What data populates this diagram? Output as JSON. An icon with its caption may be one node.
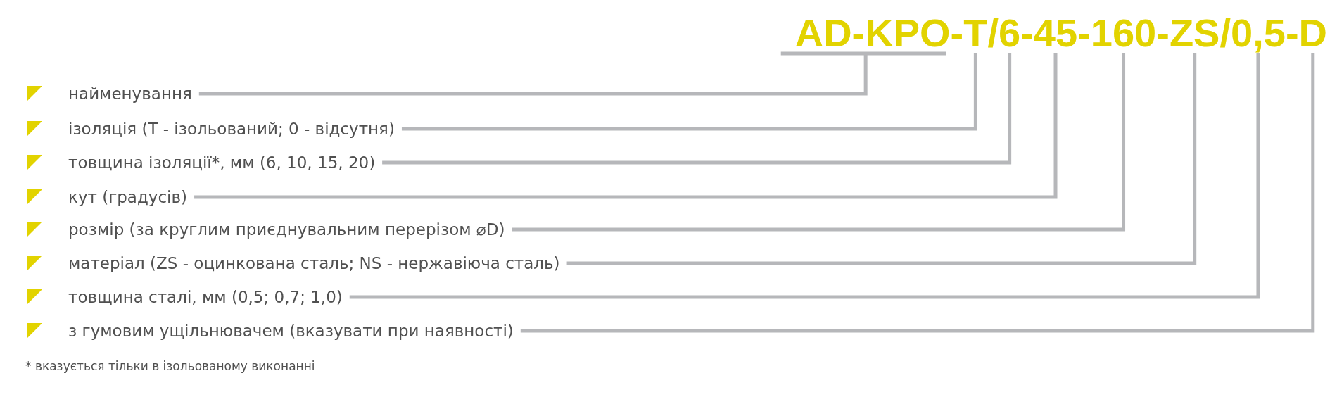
{
  "diagram": {
    "nodes": [
      {
        "text": [
          "AD-KPO-"
        ]
      },
      {
        "text": [
          "T/"
        ]
      },
      {
        "text": [
          "6-"
        ]
      },
      {
        "text": [
          "45-"
        ]
      },
      {
        "text": [
          "160-"
        ]
      },
      {
        "text": [
          "ZS/"
        ]
      },
      {
        "text": [
          "0,5-"
        ]
      },
      {
        "text": [
          "D"
        ]
      },
      {
        "text": [
          "найменування"
        ]
      },
      {
        "text": [
          "ізоляція (T - ізольований; 0 - відсутня)"
        ]
      },
      {
        "text": [
          "товщина ізоляції*, мм (6, 10, 15, 20)"
        ]
      },
      {
        "text": [
          "кут (градусів)"
        ]
      },
      {
        "text": [
          "розмір (за круглим приєднувальним перерізом ⌀D)"
        ]
      },
      {
        "text": [
          "матеріал (ZS - оцинкована сталь; NS - нержавіюча сталь)"
        ]
      },
      {
        "text": [
          "товщина сталі, мм (0,5; 0,7; 1,0)"
        ]
      },
      {
        "text": [
          "з гумовим ущільнювачем (вказувати при наявності)"
        ]
      }
    ],
    "edges": [
      {
        "from": 8,
        "to": 0,
        "arrow": "none"
      },
      {
        "from": 9,
        "to": 1,
        "arrow": "none"
      },
      {
        "from": 10,
        "to": 2,
        "arrow": "none"
      },
      {
        "from": 11,
        "to": 3,
        "arrow": "none"
      },
      {
        "from": 12,
        "to": 4,
        "arrow": "none"
      },
      {
        "from": 13,
        "to": 5,
        "arrow": "none"
      },
      {
        "from": 14,
        "to": 6,
        "arrow": "none"
      },
      {
        "from": 15,
        "to": 7,
        "arrow": "none"
      }
    ],
    "labels": [
      "* вказується тільки в ізольованому виконанні"
    ]
  }
}
